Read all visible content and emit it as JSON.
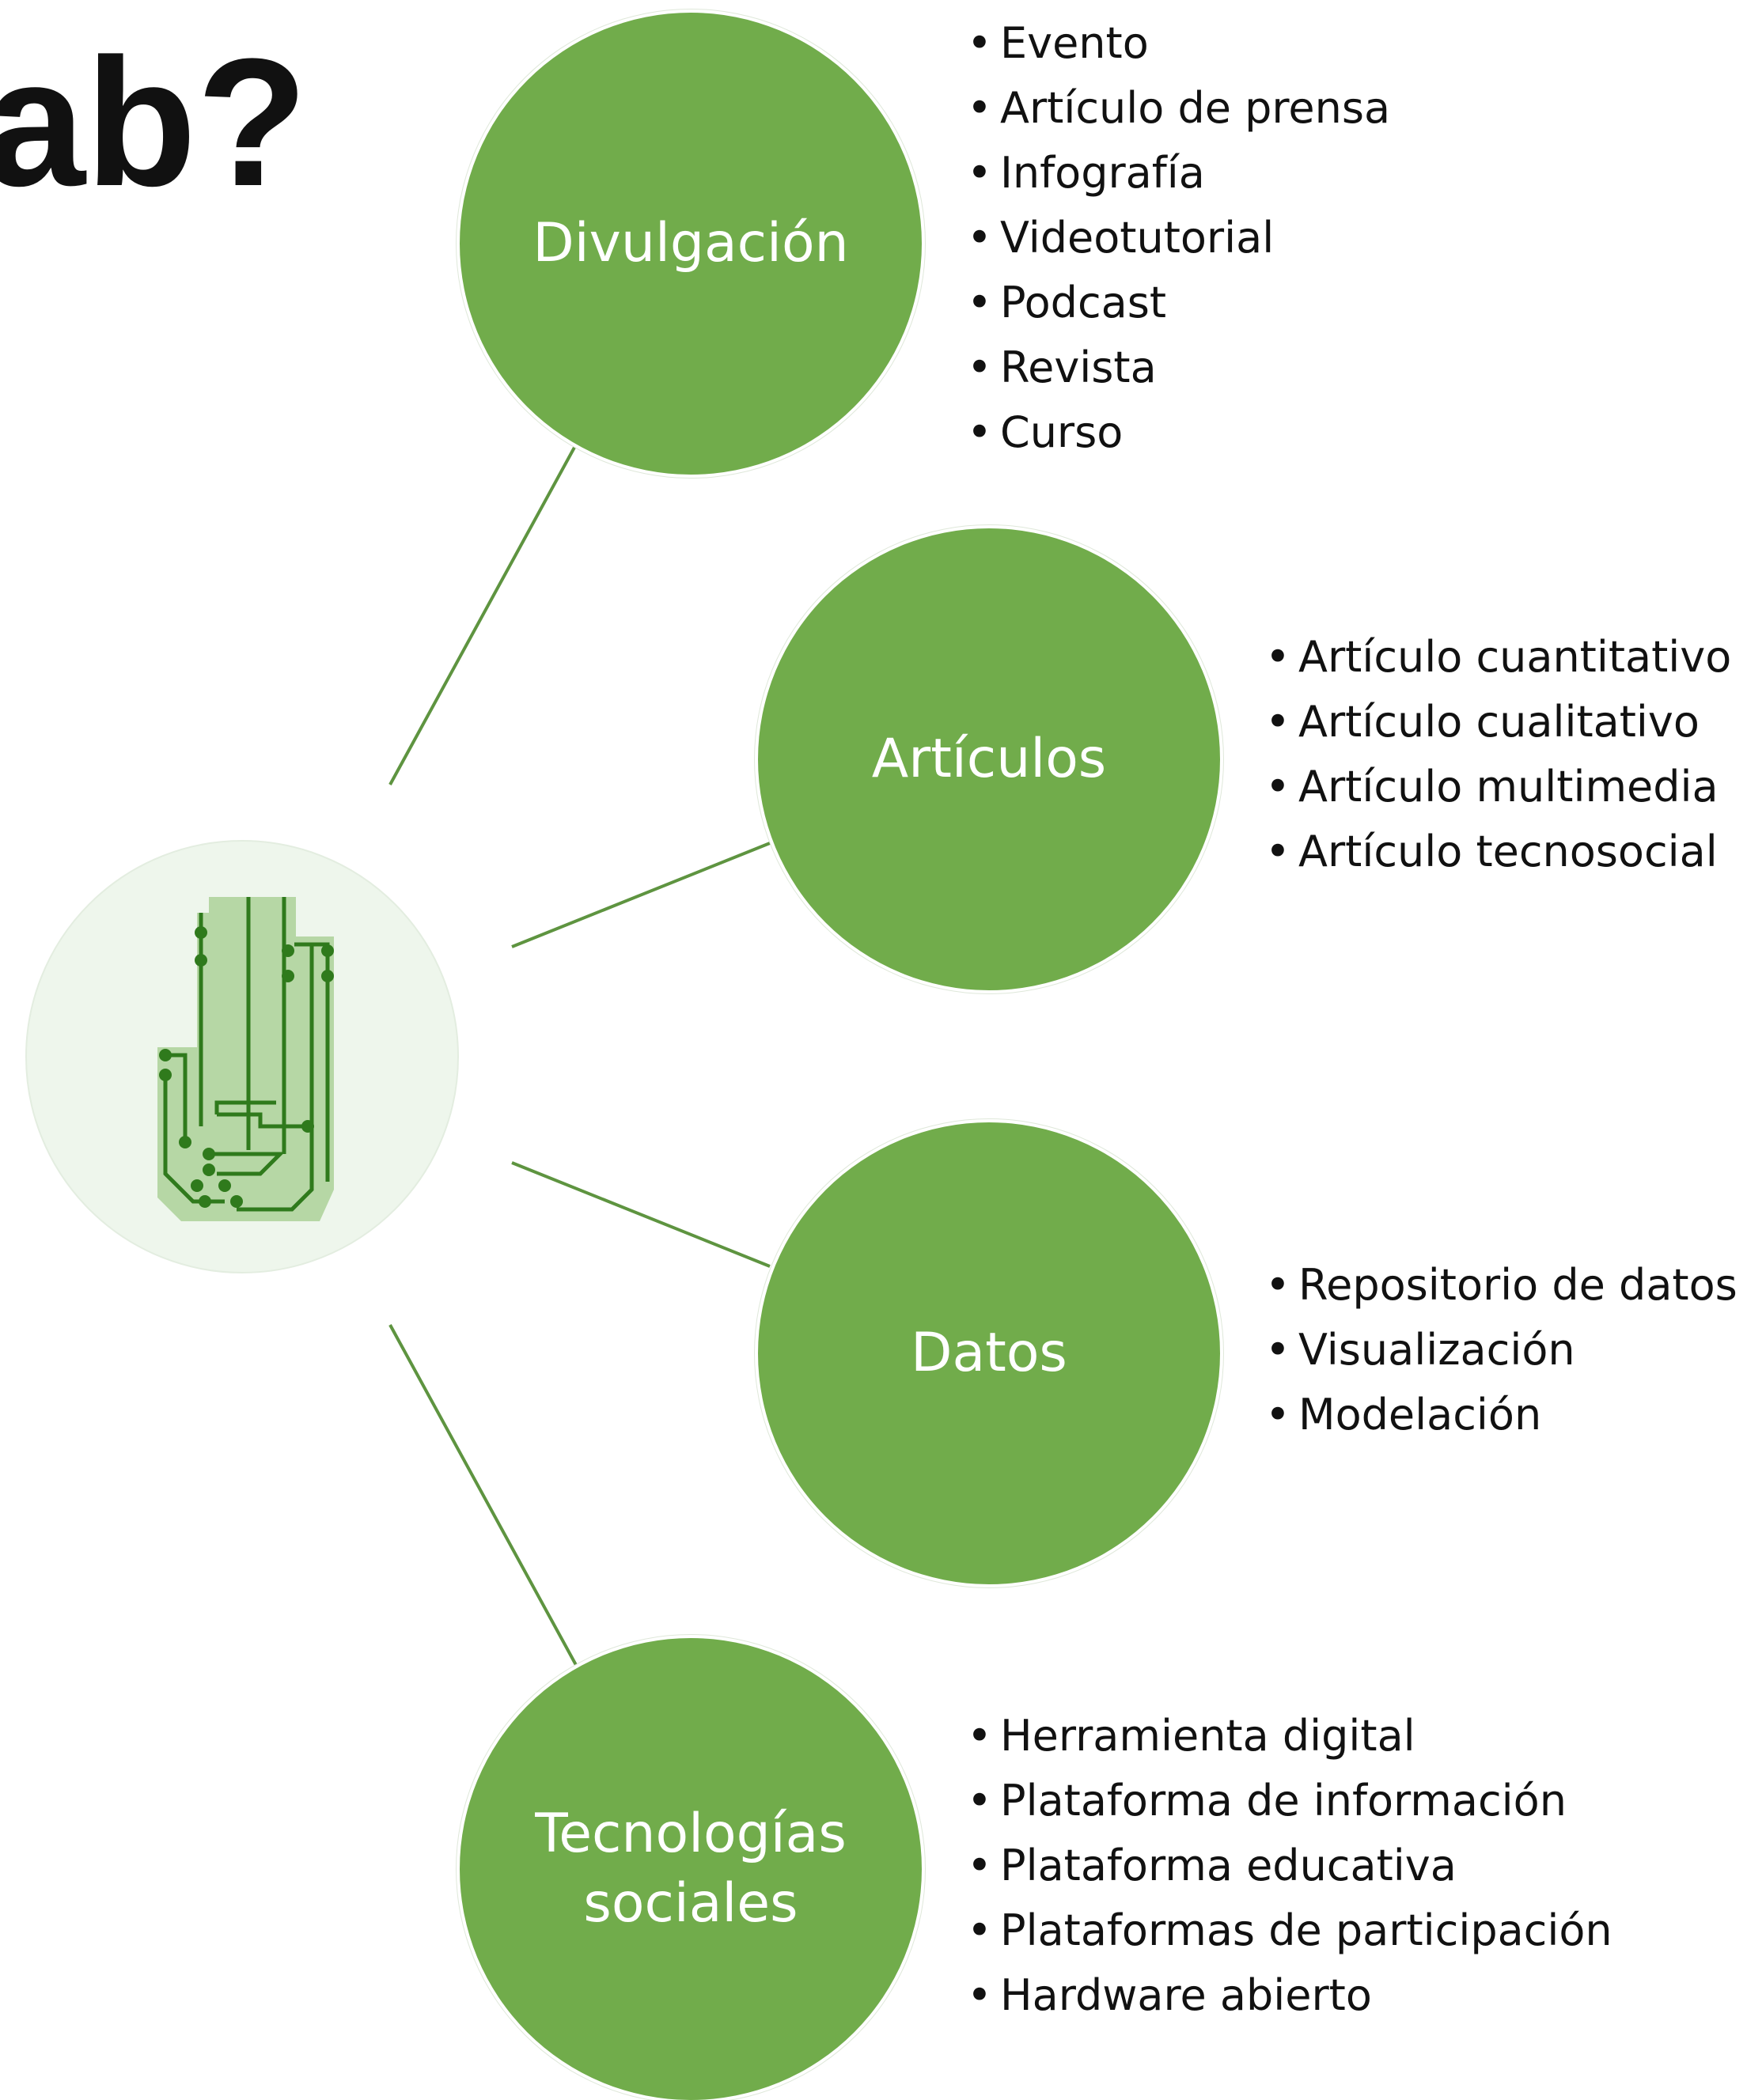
{
  "title": "ab?",
  "colors": {
    "node": "#71ac4b",
    "line": "#5e9440",
    "hub": "#eef6ec",
    "hand": "#2f7a1c"
  },
  "hub": {
    "icon": "circuit-hand-icon"
  },
  "branches": [
    {
      "label": "Divulgación",
      "items": [
        "Evento",
        "Artículo de prensa",
        "Infografía",
        "Videotutorial",
        "Podcast",
        "Revista",
        "Curso"
      ]
    },
    {
      "label": "Artículos",
      "items": [
        "Artículo cuantitativo",
        "Artículo cualitativo",
        "Artículo multimedia",
        "Artículo tecnosocial"
      ]
    },
    {
      "label": "Datos",
      "items": [
        "Repositorio de datos",
        "Visualización",
        "Modelación"
      ]
    },
    {
      "label": "Tecnologías\nsociales",
      "items": [
        "Herramienta digital",
        "Plataforma de información",
        "Plataforma educativa",
        "Plataformas de participación",
        "Hardware abierto"
      ]
    }
  ]
}
